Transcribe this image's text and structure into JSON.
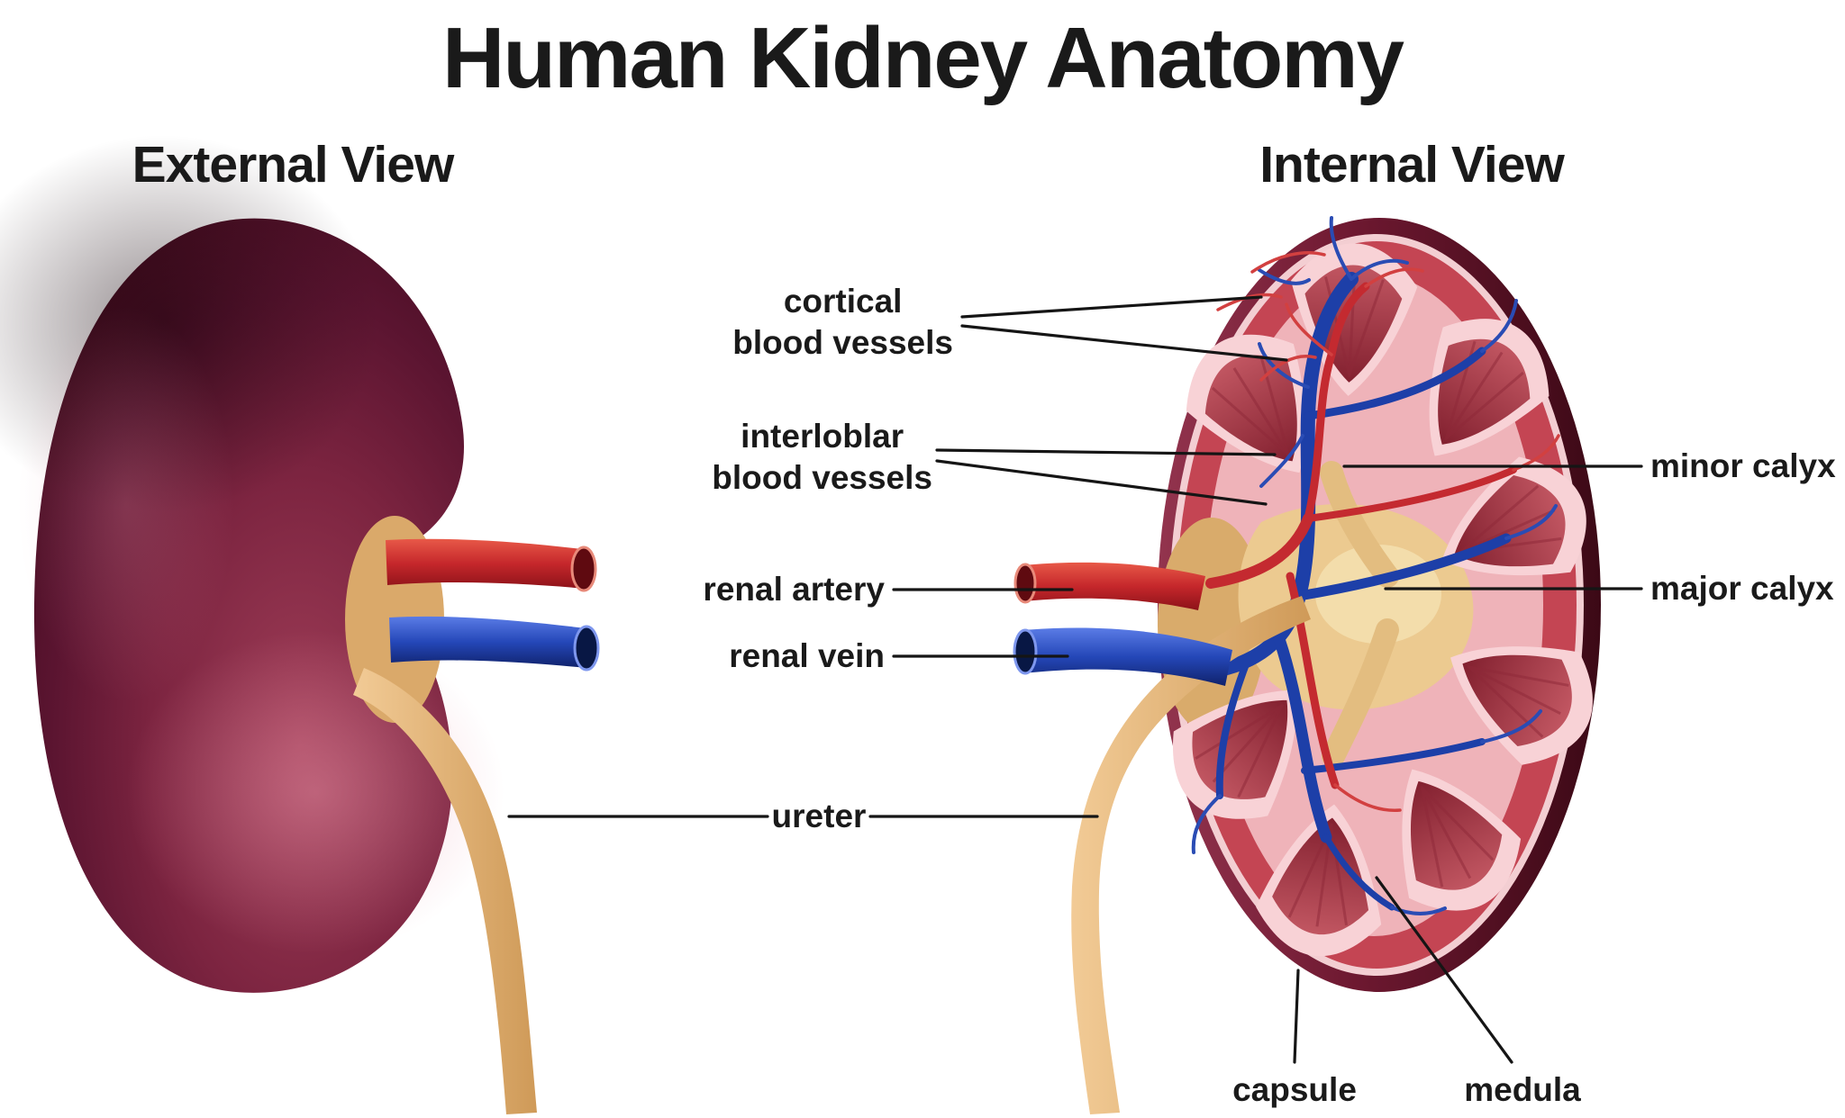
{
  "title": "Human Kidney Anatomy",
  "external": {
    "heading": "External View"
  },
  "internal": {
    "heading": "Internal View"
  },
  "labels": {
    "cortical_line1": "cortical",
    "cortical_line2": "blood vessels",
    "interloblar_line1": "interloblar",
    "interloblar_line2": "blood vessels",
    "renal_artery": "renal artery",
    "renal_vein": "renal vein",
    "ureter": "ureter",
    "minor_calyx": "minor calyx",
    "major_calyx": "major calyx",
    "capsule": "capsule",
    "medula": "medula"
  },
  "colors": {
    "background": "#ffffff",
    "text": "#1a1a1a",
    "leader_line": "#151515",
    "kidney_dark": "#470e20",
    "kidney_mid": "#7c2440",
    "kidney_light": "#a03e58",
    "artery_red": "#c5272b",
    "vein_blue": "#2447b8",
    "ureter_tan": "#e0a968",
    "cortex_red": "#c44553",
    "calyx_pink": "#f8d2d6",
    "interior_pink": "#efb3b9",
    "pelvis_tan": "#ecca90",
    "pyramid_red": "#9e3242"
  }
}
